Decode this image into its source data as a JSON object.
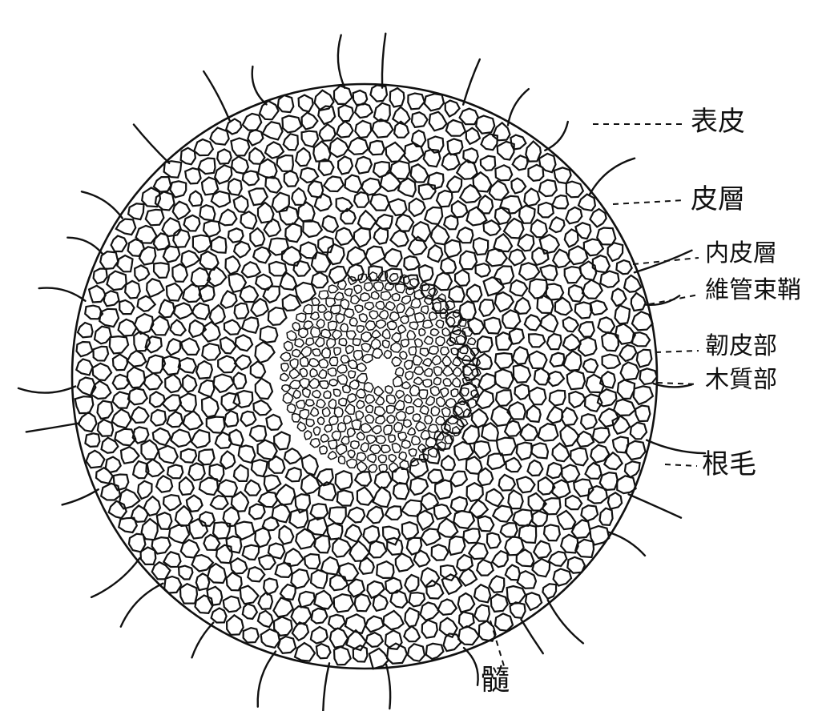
{
  "figure": {
    "labels": [
      {
        "key": "epidermis",
        "text": "表皮"
      },
      {
        "key": "cortex",
        "text": "皮層"
      },
      {
        "key": "endodermis",
        "text": "内皮層"
      },
      {
        "key": "bundle_sheath",
        "text": "維管束鞘"
      },
      {
        "key": "phloem",
        "text": "韌皮部"
      },
      {
        "key": "xylem",
        "text": "木質部"
      },
      {
        "key": "root_hair",
        "text": "根毛"
      },
      {
        "key": "pith",
        "text": "髓"
      }
    ]
  },
  "colors": {
    "ink": "#111111",
    "paper": "#ffffff"
  }
}
